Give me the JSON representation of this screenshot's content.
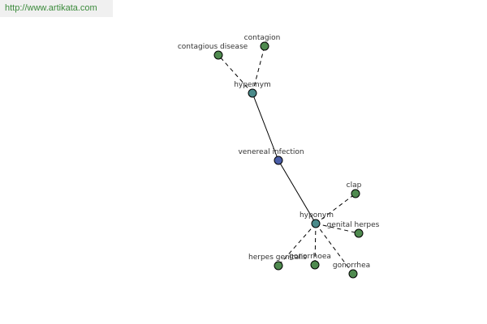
{
  "watermark": {
    "text": "http://www.artikata.com"
  },
  "colors": {
    "center": "#4a5ea8",
    "hub": "#4a8a8a",
    "leaf": "#4f8a4f",
    "watermark_text": "#3a8a3a"
  },
  "nodes": {
    "center": {
      "label": "venereal infection",
      "kind": "center"
    },
    "hypernym": {
      "label": "hypernym",
      "kind": "hub"
    },
    "hyponym": {
      "label": "hyponym",
      "kind": "hub"
    },
    "contagious_disease": {
      "label": "contagious disease",
      "kind": "leaf"
    },
    "contagion": {
      "label": "contagion",
      "kind": "leaf"
    },
    "clap": {
      "label": "clap",
      "kind": "leaf"
    },
    "genital_herpes": {
      "label": "genital herpes",
      "kind": "leaf"
    },
    "herpes_genitalis": {
      "label": "herpes genitalis",
      "kind": "leaf"
    },
    "gonorrhoea": {
      "label": "gonorrhoea",
      "kind": "leaf"
    },
    "gonorrhea": {
      "label": "gonorrhea",
      "kind": "leaf"
    }
  },
  "edges": [
    {
      "from": "center",
      "to": "hypernym",
      "style": "solid"
    },
    {
      "from": "center",
      "to": "hyponym",
      "style": "solid"
    },
    {
      "from": "hypernym",
      "to": "contagious_disease",
      "style": "dashed"
    },
    {
      "from": "hypernym",
      "to": "contagion",
      "style": "dashed"
    },
    {
      "from": "hyponym",
      "to": "clap",
      "style": "dashed"
    },
    {
      "from": "hyponym",
      "to": "genital_herpes",
      "style": "dashed"
    },
    {
      "from": "hyponym",
      "to": "herpes_genitalis",
      "style": "dashed"
    },
    {
      "from": "hyponym",
      "to": "gonorrhoea",
      "style": "dashed"
    },
    {
      "from": "hyponym",
      "to": "gonorrhea",
      "style": "dashed"
    }
  ]
}
